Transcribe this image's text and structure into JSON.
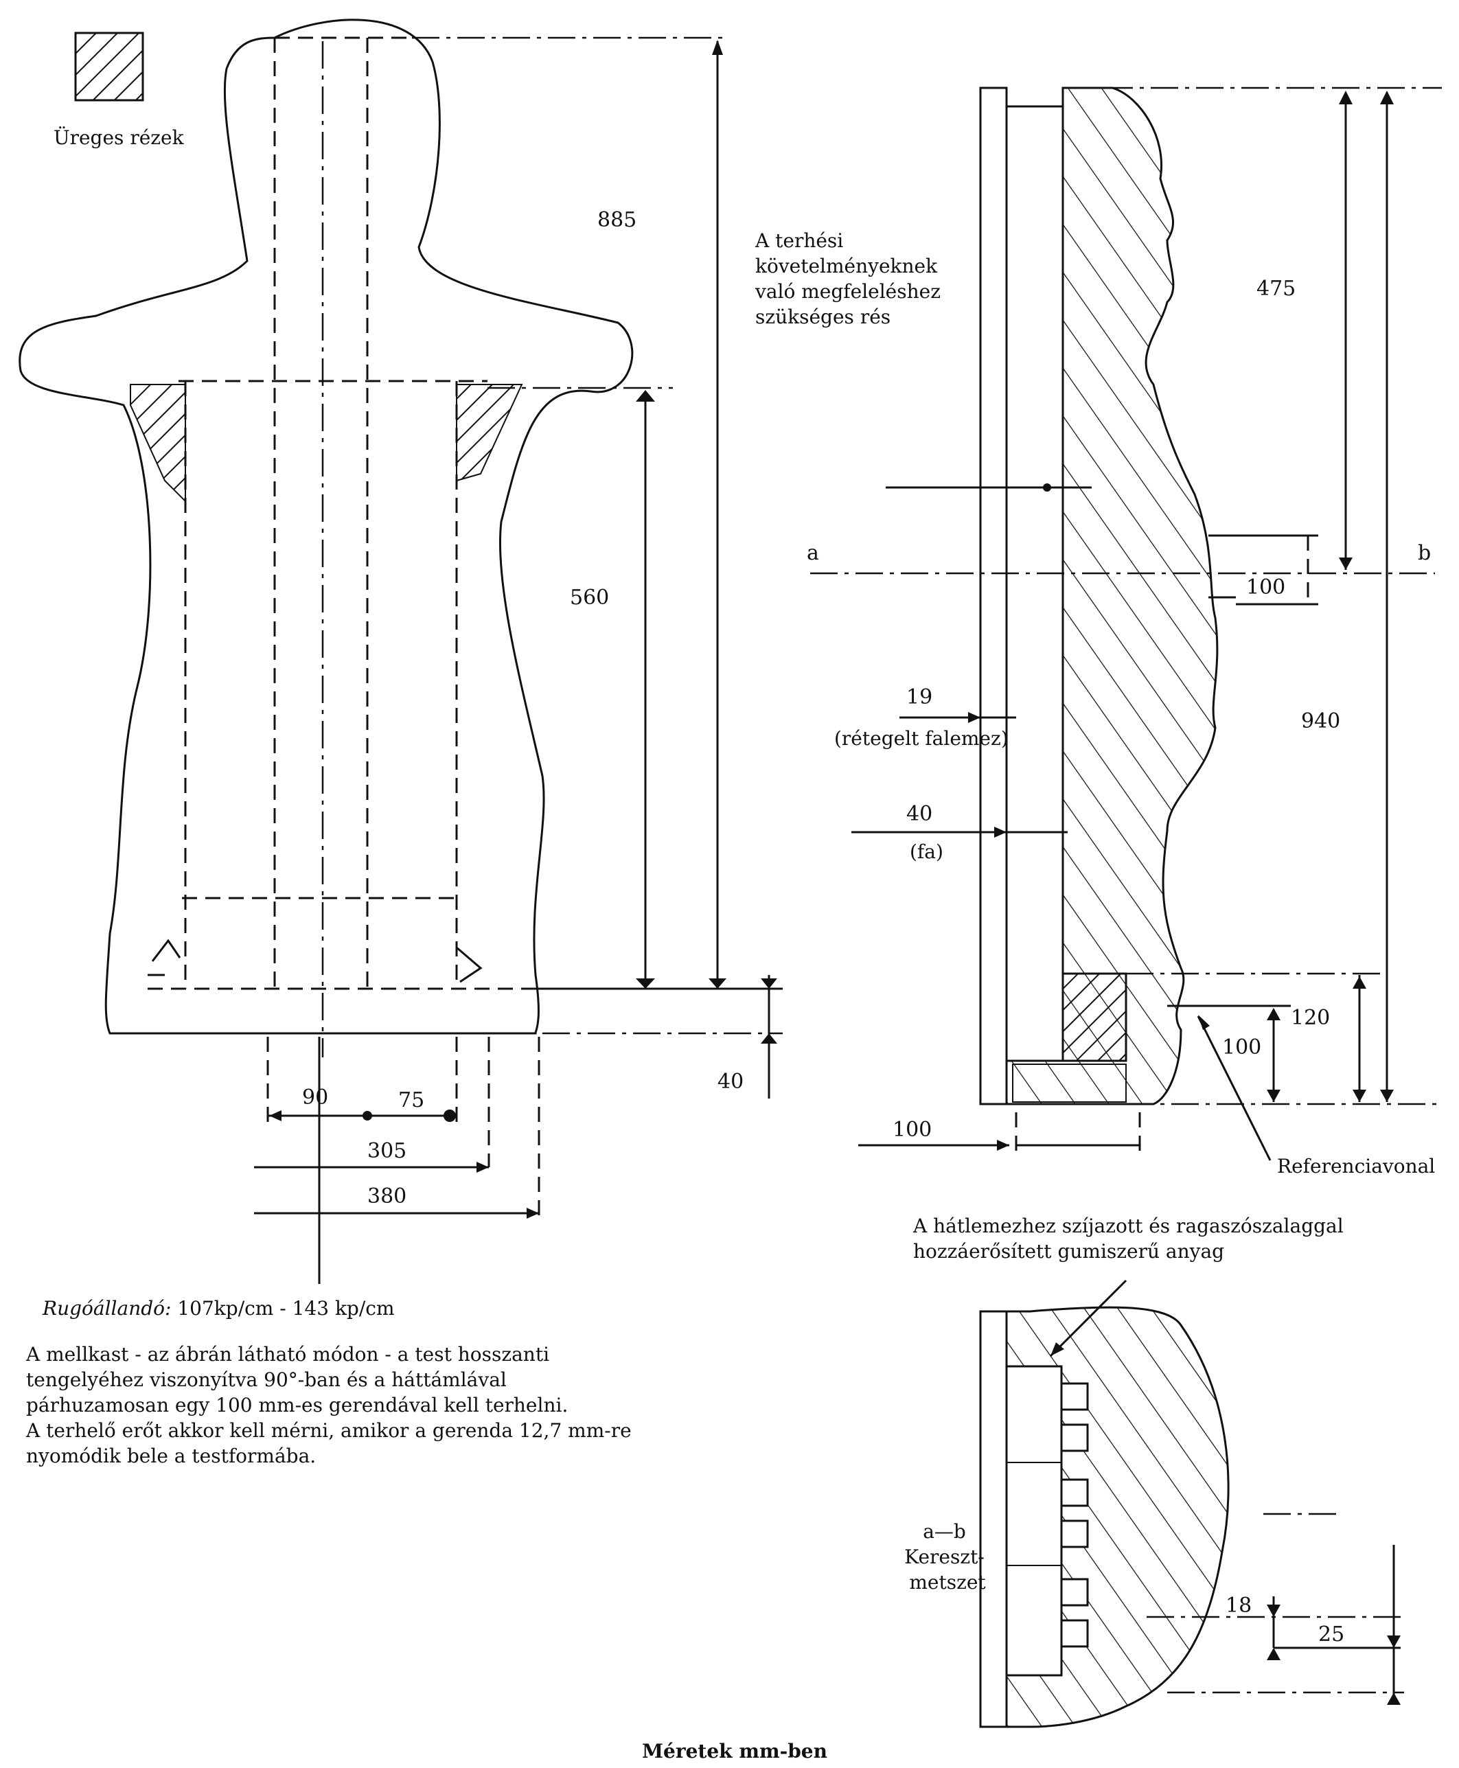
{
  "legend": {
    "hollow_label": "Üreges rézek"
  },
  "front_view": {
    "dim_885": "885",
    "dim_560": "560",
    "dim_40": "40",
    "dim_90": "90",
    "dim_75": "75",
    "dim_305": "305",
    "dim_380": "380",
    "gap_note": [
      "A terhési",
      "követelményeknek",
      "való megfeleléshez",
      "szükséges rés"
    ]
  },
  "side_view": {
    "dim_475": "475",
    "dim_940": "940",
    "dim_100_chest": "100",
    "dim_120": "120",
    "dim_100_base": "100",
    "dim_100_bottom": "100",
    "dim_19": "19",
    "plywood_note": "(rétegelt falemez)",
    "dim_40": "40",
    "wood_note": "(fa)",
    "marker_a": "a",
    "marker_b": "b",
    "reference_line": "Referenciavonal"
  },
  "cross_section": {
    "rubber_note": [
      "A hátlemezhez szíjazott és ragaszószalaggal",
      "hozzáerősített gumiszerű anyag"
    ],
    "section_label": [
      "a—b",
      "Kereszt-",
      "metszet"
    ],
    "dim_18": "18",
    "dim_25": "25"
  },
  "notes": {
    "spring_label": "Rugóállandó:",
    "spring_value": " 107kp/cm - 143 kp/cm",
    "paragraph": [
      "A mellkast - az ábrán látható módon - a test hosszanti",
      "tengelyéhez viszonyítva 90°-ban és a háttámlával",
      "párhuzamosan egy 100 mm-es gerendával kell terhelni.",
      "A terhelő erőt akkor kell mérni, amikor a gerenda 12,7 mm-re",
      "nyomódik bele a testformába."
    ]
  },
  "footer": {
    "units": "Méretek mm-ben"
  }
}
